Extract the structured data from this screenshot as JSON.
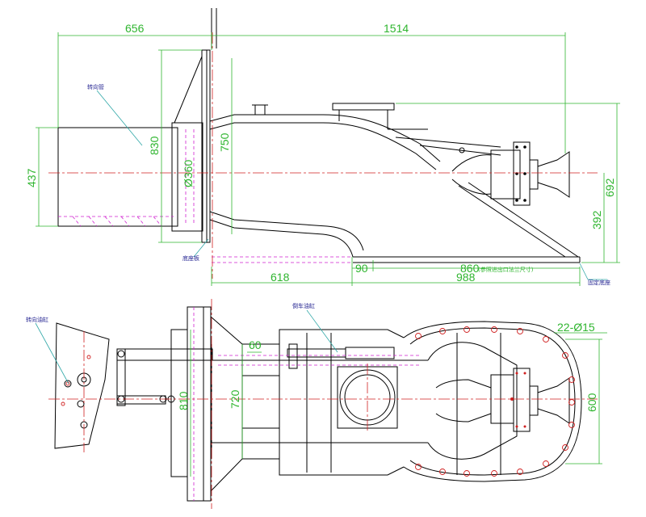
{
  "dimensions": {
    "top_left_width": "656",
    "top_total_width": "1514",
    "height_437": "437",
    "height_830": "830",
    "height_750": "750",
    "dia_360": "Ø360",
    "height_692": "692",
    "height_392": "392",
    "base_618": "618",
    "base_988": "988",
    "base_90": "90",
    "base_860": "860",
    "base_860_note": "(参照进出口法兰尺寸)",
    "bottom_810": "810",
    "bottom_720": "720",
    "bottom_60": "60",
    "bottom_600": "600",
    "bolt_holes": "22-Ø15"
  },
  "annotations": {
    "top_inlet_pipe": "转向管",
    "top_baseplate": "底座板",
    "top_fixed_base": "固定底座",
    "bottom_steering_cylinder": "转向油缸",
    "bottom_reverse_cylinder": "倒车油缸"
  },
  "colors": {
    "outline": "#000000",
    "centerline": "#d02020",
    "dimension": "#2fb52f",
    "hidden": "#d020d0",
    "leader": "#2fa7a7",
    "note": "#1f1f8f"
  }
}
